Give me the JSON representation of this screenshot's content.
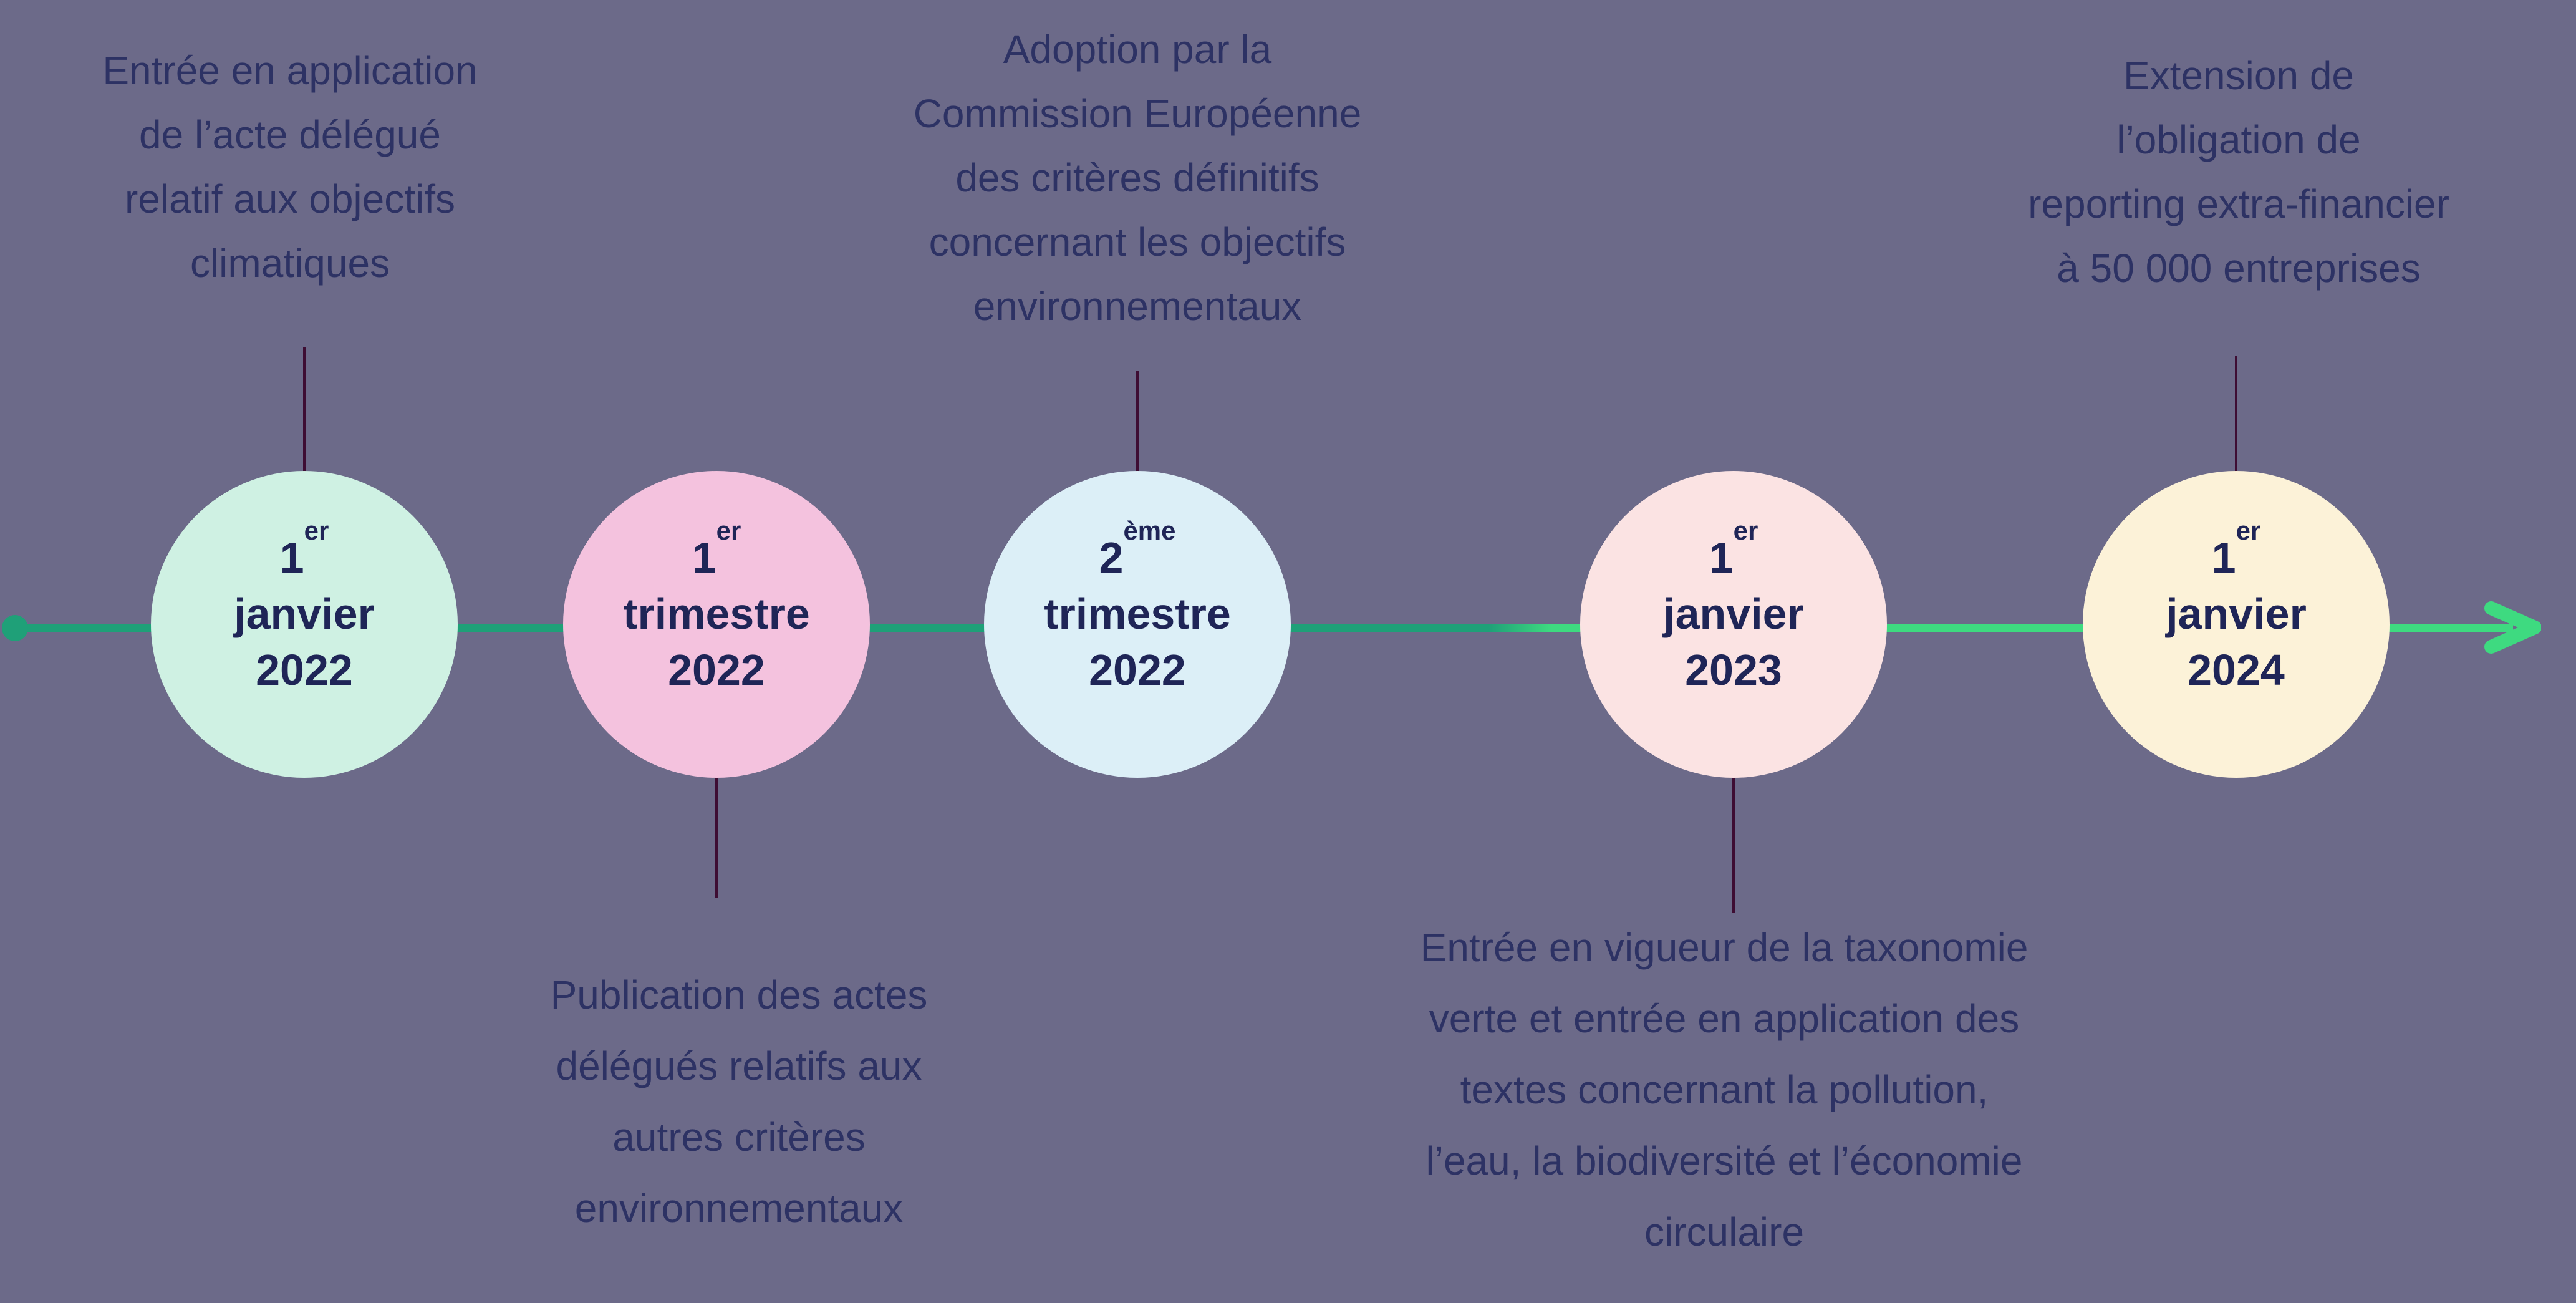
{
  "colors": {
    "background": "#6C6A89",
    "axis_teal": "#1FA078",
    "axis_green": "#3EDA80",
    "connector_plum": "#3E0D33",
    "circle_text_navy": "#1F2557",
    "annotation_text_navy": "#2D3264",
    "circle_fills": [
      "#CFF1E3",
      "#F4C2DE",
      "#DCEFF7",
      "#FBE3E3",
      "#FCF2D8"
    ]
  },
  "timeline": {
    "direction": "left-to-right",
    "start_marker": "dot",
    "end_marker": "arrow"
  },
  "events": [
    {
      "circle": {
        "day": "1",
        "suffix": "er",
        "month": "janvier",
        "year": "2022"
      },
      "circle_color": "#CFF1E3",
      "annotation": {
        "placement": "above",
        "lines": [
          "Entrée en application",
          "de l’acte délégué",
          "relatif aux objectifs",
          "climatiques"
        ]
      }
    },
    {
      "circle": {
        "day": "1",
        "suffix": "er",
        "month": "trimestre",
        "year": "2022"
      },
      "circle_color": "#F4C2DE",
      "annotation": {
        "placement": "below",
        "lines": [
          "Publication des actes",
          "délégués relatifs aux",
          "autres critères",
          "environnementaux"
        ]
      }
    },
    {
      "circle": {
        "day": "2",
        "suffix": "ème",
        "month": "trimestre",
        "year": "2022"
      },
      "circle_color": "#DCEFF7",
      "annotation": {
        "placement": "above",
        "lines": [
          "Adoption par la",
          "Commission Européenne",
          "des critères définitifs",
          "concernant les objectifs",
          "environnementaux"
        ]
      }
    },
    {
      "circle": {
        "day": "1",
        "suffix": "er",
        "month": "janvier",
        "year": "2023"
      },
      "circle_color": "#FBE3E3",
      "annotation": {
        "placement": "below",
        "lines": [
          "Entrée en vigueur de la taxonomie",
          "verte et entrée en application des",
          "textes concernant la pollution,",
          "l’eau, la biodiversité et l’économie",
          "circulaire"
        ]
      }
    },
    {
      "circle": {
        "day": "1",
        "suffix": "er",
        "month": "janvier",
        "year": "2024"
      },
      "circle_color": "#FCF2D8",
      "annotation": {
        "placement": "above",
        "lines": [
          "Extension de",
          "l’obligation de",
          "reporting extra-financier",
          "à 50 000 entreprises"
        ]
      }
    }
  ]
}
